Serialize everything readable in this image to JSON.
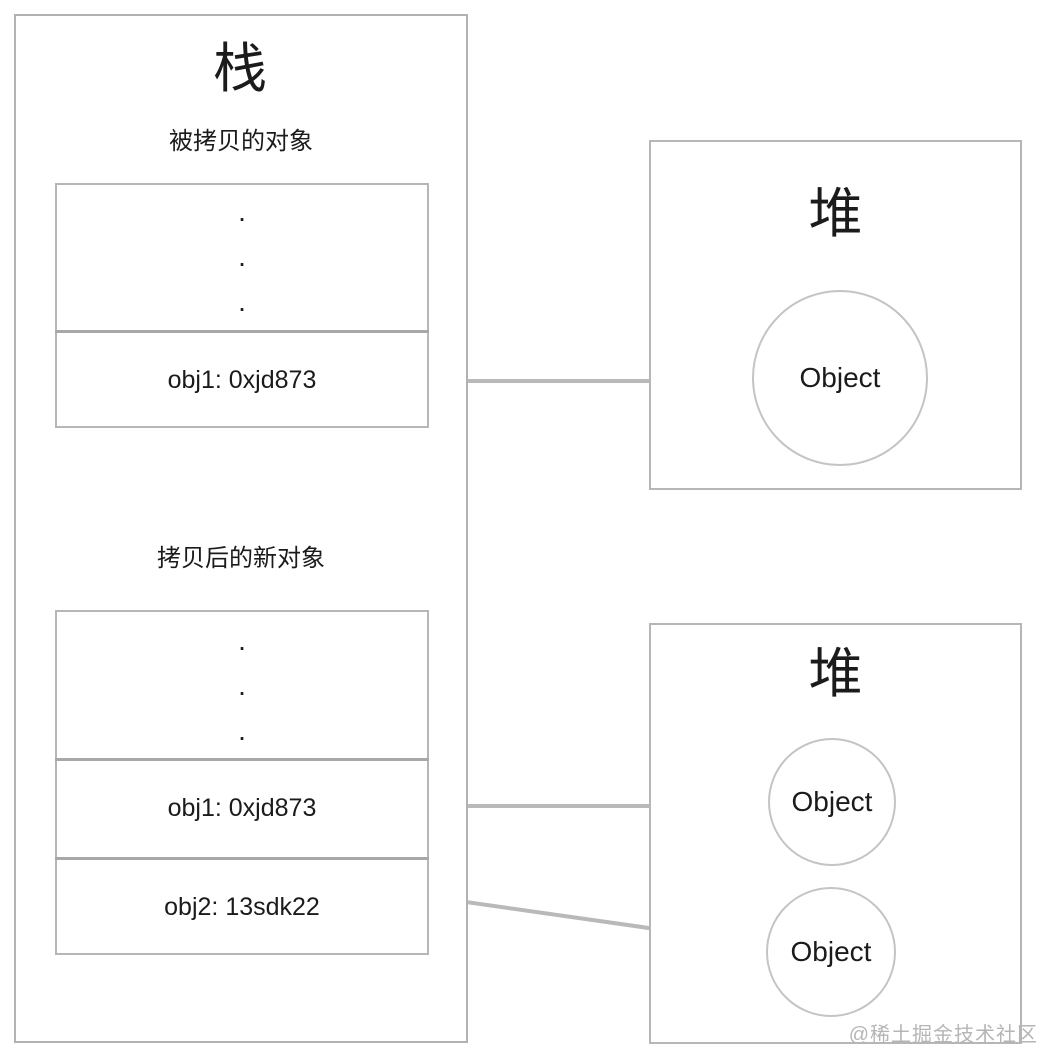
{
  "stack": {
    "title": "栈",
    "copied": {
      "label": "被拷贝的对象",
      "dots": [
        ".",
        ".",
        "."
      ],
      "rows": [
        "obj1: 0xjd873"
      ]
    },
    "new": {
      "label": "拷贝后的新对象",
      "dots": [
        ".",
        ".",
        "."
      ],
      "rows": [
        "obj1: 0xjd873",
        "obj2: 13sdk22"
      ]
    }
  },
  "heap_top": {
    "title": "堆",
    "objects": [
      "Object"
    ]
  },
  "heap_bottom": {
    "title": "堆",
    "objects": [
      "Object",
      "Object"
    ]
  },
  "watermark": "@稀土掘金技术社区",
  "colors": {
    "box_border": "#b2b2b2",
    "inner_border": "#b6b6b6",
    "circle_border": "#c4c4c4",
    "arrow": "#b9b9b9",
    "divider": "#a8a8a8",
    "text": "#1b1b1b",
    "watermark": "#b5b5b5",
    "background": "#ffffff"
  }
}
